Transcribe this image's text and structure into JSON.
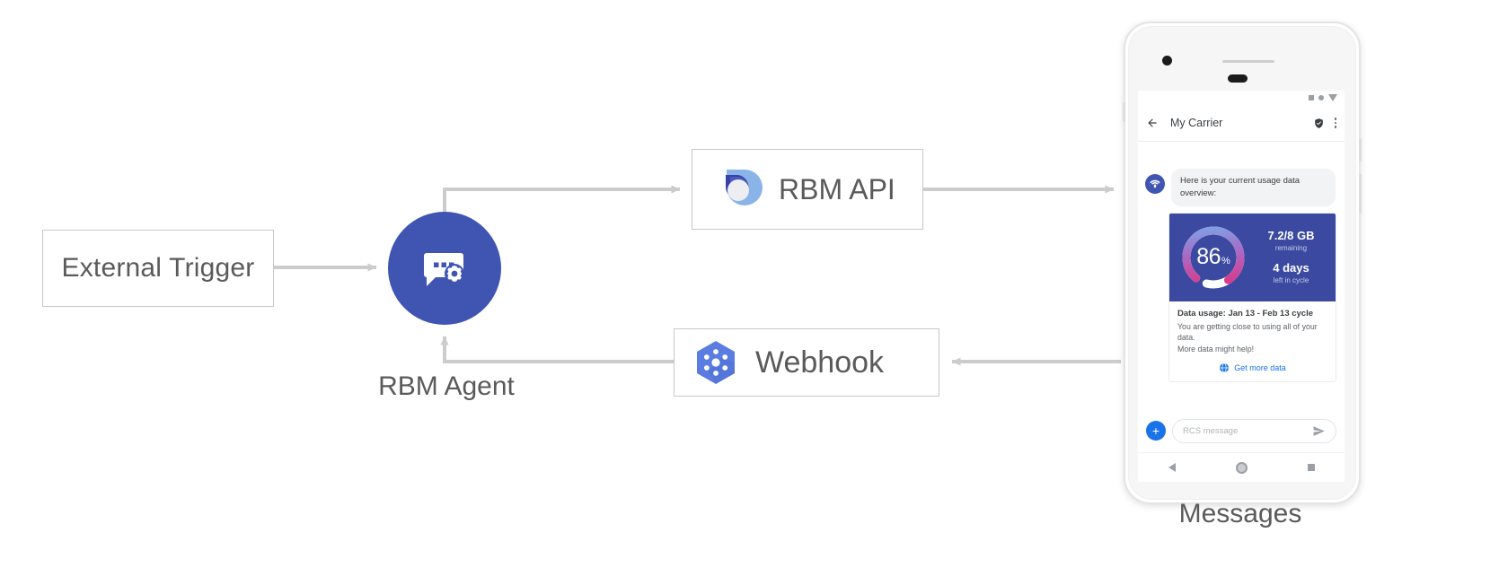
{
  "diagram": {
    "nodes": {
      "external_trigger": {
        "label": "External Trigger"
      },
      "rbm_agent": {
        "label": "RBM Agent",
        "icon": "chat-gear-icon"
      },
      "rbm_api": {
        "label": "RBM API",
        "icon": "rbm-api-icon"
      },
      "webhook": {
        "label": "Webhook",
        "icon": "webhook-hexagon-icon"
      },
      "messages": {
        "label": "Messages"
      }
    },
    "colors": {
      "agent_blue": "#4054b2",
      "api_blue_light": "#8ab4e8",
      "api_blue_dark": "#3741a8",
      "webhook_blue": "#5b7ce0",
      "connector_gray": "#cccccc",
      "box_border": "#c8c8c8"
    }
  },
  "phone": {
    "status_bar": {
      "icons": [
        "square-icon",
        "dot-icon",
        "triangle-icon"
      ]
    },
    "app_bar": {
      "back_label": "back-arrow-icon",
      "title": "My Carrier",
      "verified_icon": "verified-shield-icon",
      "overflow_icon": "overflow-menu-icon"
    },
    "conversation": {
      "avatar_icon": "carrier-wifi-avatar-icon",
      "message_text": "Here is your current usage data overview:",
      "rich_card": {
        "gauge": {
          "value": "86",
          "unit": "%",
          "percent": 86,
          "track_color": "#5a67b8",
          "gradient_start": "#7aa7e8",
          "gradient_mid": "#a86bc8",
          "gradient_end": "#e0337f",
          "remainder_color": "#ffffff"
        },
        "stats": [
          {
            "big": "7.2/8 GB",
            "small": "remaining"
          },
          {
            "big": "4 days",
            "small": "left in cycle"
          }
        ],
        "title": "Data usage: Jan 13 - Feb 13 cycle",
        "description_line1": "You are getting close to using all of your data.",
        "description_line2": "More data might help!",
        "action_label": "Get more data",
        "action_icon": "globe-icon",
        "hero_bg": "#3b4aa0",
        "action_color": "#1a73e8"
      }
    },
    "composer": {
      "plus_icon": "plus-icon",
      "placeholder": "RCS message",
      "send_icon": "send-icon"
    },
    "nav_bar": {
      "icons": [
        "back-triangle-icon",
        "home-circle-icon",
        "recents-square-icon"
      ]
    }
  }
}
